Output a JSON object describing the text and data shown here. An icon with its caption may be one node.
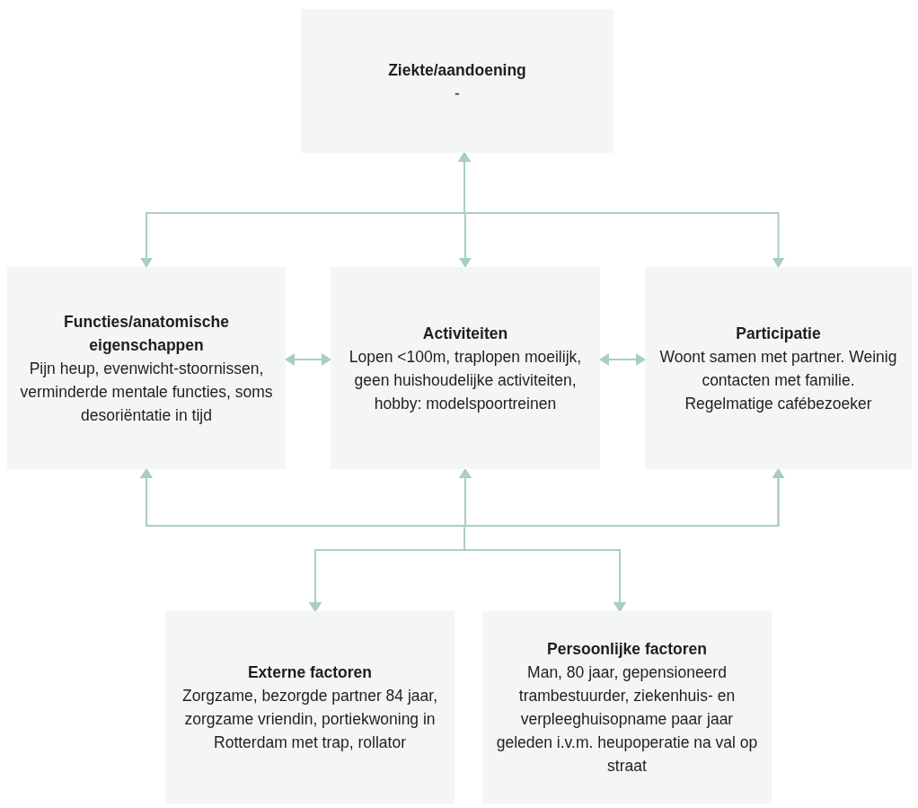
{
  "diagram": {
    "nodes": [
      {
        "text": [
          "Ziekte/aandoening",
          "-"
        ]
      },
      {
        "text": [
          "Functies/anatomische eigenschappen",
          "Pijn heup, evenwicht-stoornissen, verminderde mentale functies, soms desoriëntatie in tijd"
        ]
      },
      {
        "text": [
          "Activiteiten",
          "Lopen <100m, traplopen moeilijk, geen huishoudelijke activiteiten, hobby: modelspoortreinen"
        ]
      },
      {
        "text": [
          "Participatie",
          "Woont samen met partner. Weinig contacten met familie. Regelmatige cafébezoeker"
        ]
      },
      {
        "text": [
          "Externe factoren",
          "Zorgzame, bezorgde partner 84 jaar, zorgzame vriendin, portiekwoning in Rotterdam met trap, rollator"
        ]
      },
      {
        "text": [
          "Persoonlijke factoren",
          "Man, 80 jaar, gepensioneerd trambestuurder, ziekenhuis- en verpleeghuisopname paar jaar geleden i.v.m. heupoperatie na val op straat"
        ]
      }
    ],
    "edges": [
      {
        "from": 0,
        "to": 1,
        "arrow": "both"
      },
      {
        "from": 0,
        "to": 2,
        "arrow": "both"
      },
      {
        "from": 0,
        "to": 3,
        "arrow": "both"
      },
      {
        "from": 1,
        "to": 2,
        "arrow": "both"
      },
      {
        "from": 2,
        "to": 3,
        "arrow": "both"
      },
      {
        "from": 4,
        "to": 1,
        "arrow": "both"
      },
      {
        "from": 4,
        "to": 2,
        "arrow": "both"
      },
      {
        "from": 4,
        "to": 3,
        "arrow": "both"
      },
      {
        "from": 5,
        "to": 1,
        "arrow": "both"
      },
      {
        "from": 5,
        "to": 2,
        "arrow": "both"
      },
      {
        "from": 5,
        "to": 3,
        "arrow": "both"
      }
    ]
  }
}
